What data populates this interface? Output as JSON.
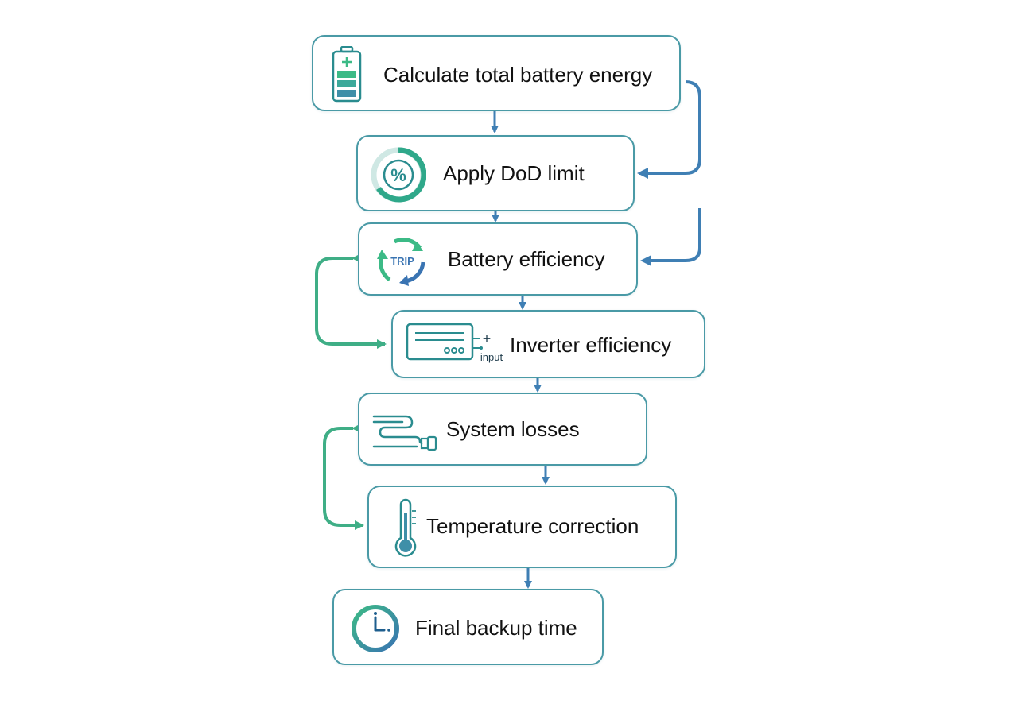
{
  "steps": [
    {
      "label": "Calculate total battery energy",
      "icon": "battery-icon"
    },
    {
      "label": "Apply DoD limit",
      "icon": "percent-gauge-icon",
      "icon_text": "%"
    },
    {
      "label": "Battery efficiency",
      "icon": "round-trip-arrows-icon",
      "icon_text": "TRIP"
    },
    {
      "label": "Inverter efficiency",
      "icon": "inverter-icon",
      "icon_text": "input",
      "icon_symbol": "+"
    },
    {
      "label": "System losses",
      "icon": "cable-icon"
    },
    {
      "label": "Temperature correction",
      "icon": "thermometer-icon"
    },
    {
      "label": "Final backup time",
      "icon": "clock-icon"
    }
  ],
  "colors": {
    "border": "#4a9aa6",
    "arrow_blue": "#3f7fb4",
    "arrow_green": "#3fae86",
    "icon_teal": "#2a8c8f",
    "icon_green": "#3cba86",
    "icon_blue": "#3a74b2"
  }
}
